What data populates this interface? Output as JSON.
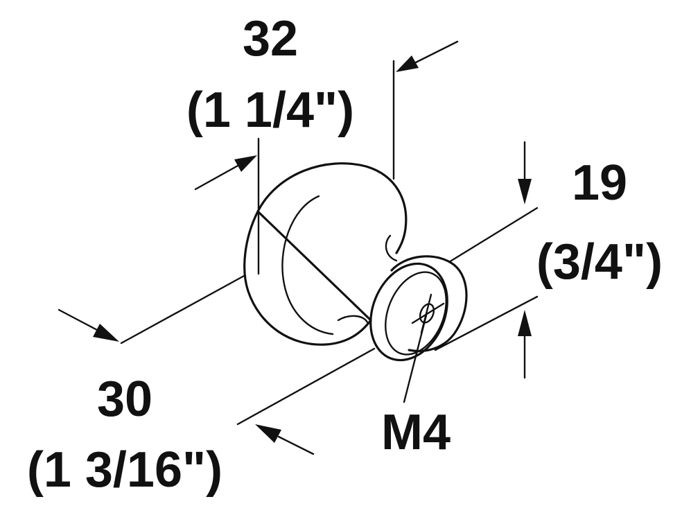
{
  "dimensions": {
    "diameter": {
      "value": "32",
      "imperial": "(1 1/4\")"
    },
    "stem_diameter": {
      "value": "19",
      "imperial": "(3/4\")"
    },
    "depth": {
      "value": "30",
      "imperial": "(1 3/16\")"
    },
    "thread": {
      "value": "M4"
    }
  },
  "colors": {
    "ink": "#111111",
    "background": "#ffffff"
  }
}
